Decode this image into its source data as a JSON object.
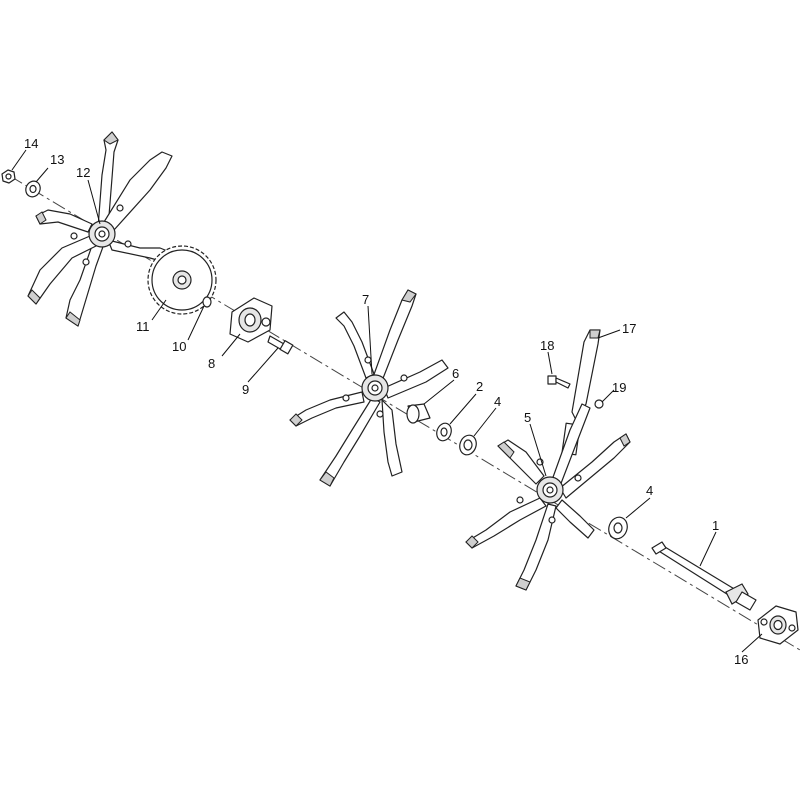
{
  "diagram": {
    "callouts": [
      {
        "id": "c1",
        "label": "1"
      },
      {
        "id": "c2",
        "label": "2"
      },
      {
        "id": "c4a",
        "label": "4"
      },
      {
        "id": "c4b",
        "label": "4"
      },
      {
        "id": "c5",
        "label": "5"
      },
      {
        "id": "c6",
        "label": "6"
      },
      {
        "id": "c7",
        "label": "7"
      },
      {
        "id": "c8",
        "label": "8"
      },
      {
        "id": "c9",
        "label": "9"
      },
      {
        "id": "c10",
        "label": "10"
      },
      {
        "id": "c11",
        "label": "11"
      },
      {
        "id": "c12",
        "label": "12"
      },
      {
        "id": "c13",
        "label": "13"
      },
      {
        "id": "c14",
        "label": "14"
      },
      {
        "id": "c16",
        "label": "16"
      },
      {
        "id": "c17",
        "label": "17"
      },
      {
        "id": "c18",
        "label": "18"
      },
      {
        "id": "c19",
        "label": "19"
      }
    ]
  }
}
